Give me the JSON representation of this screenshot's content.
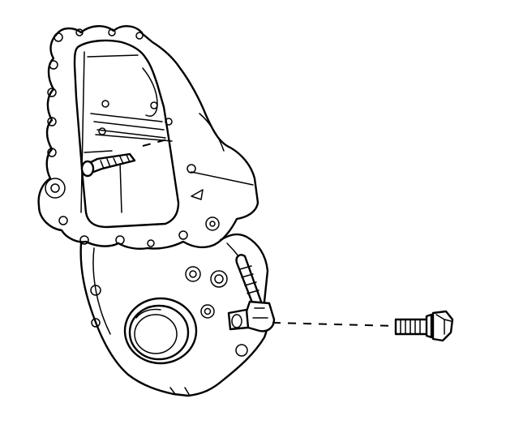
{
  "diagram": {
    "line_color": "#000000",
    "background": "#ffffff",
    "parts": [
      "engine-front-cover",
      "gasket",
      "crankshaft-seal",
      "sensor-bracket",
      "upper-bolt",
      "mounting-bolt"
    ]
  }
}
